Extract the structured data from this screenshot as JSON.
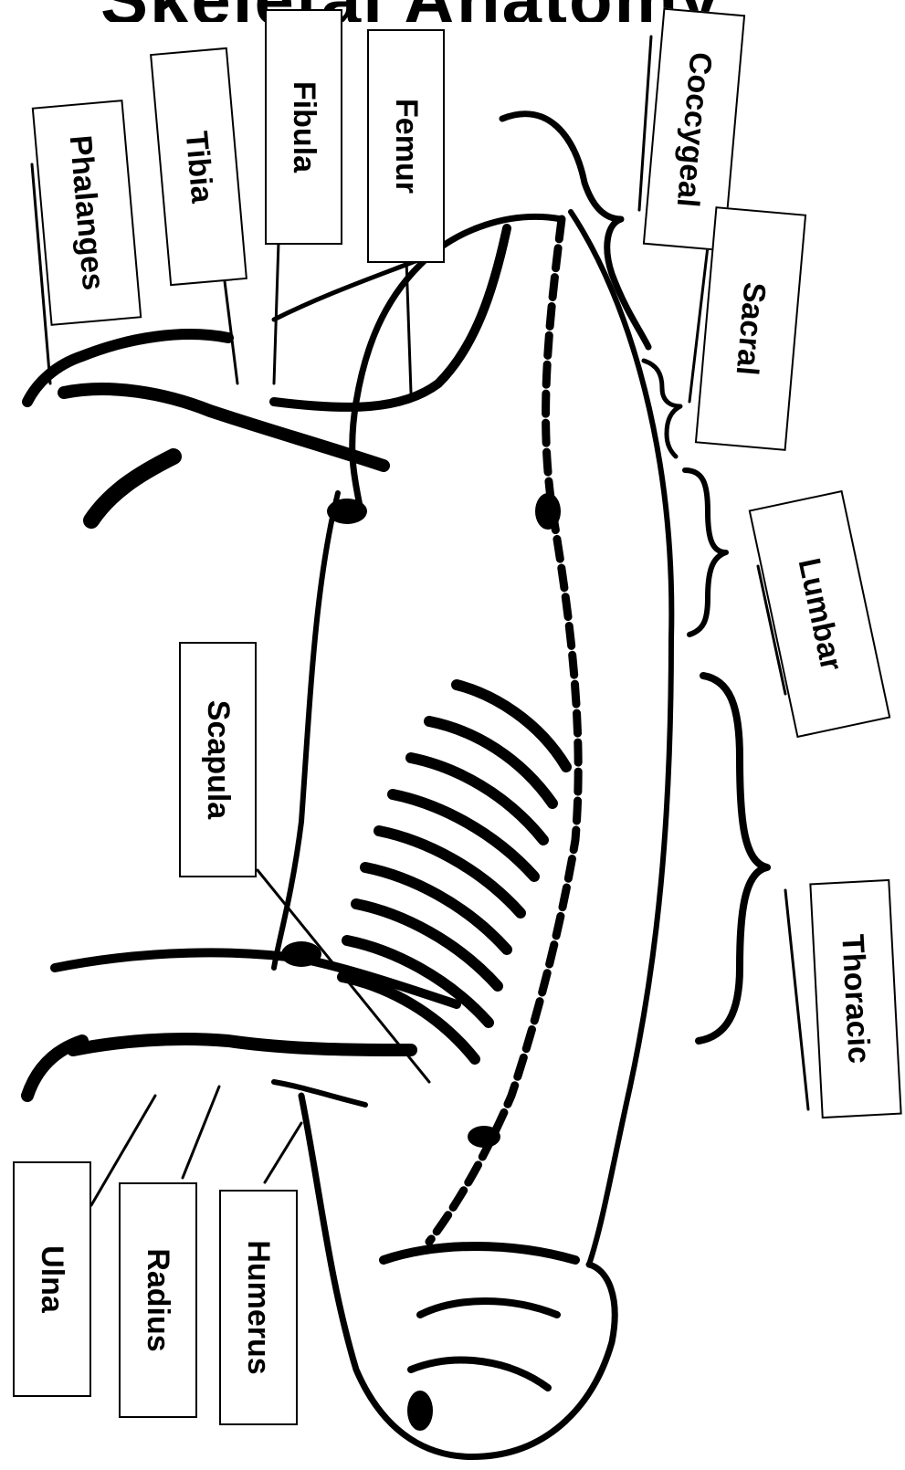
{
  "title": "Skeletal Anatomy",
  "labels": {
    "phalanges": "Phalanges",
    "tibia": "Tibia",
    "fibula": "Fibula",
    "femur": "Femur",
    "coccygeal": "Coccygeal",
    "sacral": "Sacral",
    "lumbar": "Lumbar",
    "thoracic": "Thoracic",
    "scapula": "Scapula",
    "ulna": "Ulna",
    "radius": "Radius",
    "humerus": "Humerus"
  },
  "colors": {
    "ink": "#000000",
    "paper": "#ffffff",
    "bone_shade": "#d9d9d9"
  }
}
